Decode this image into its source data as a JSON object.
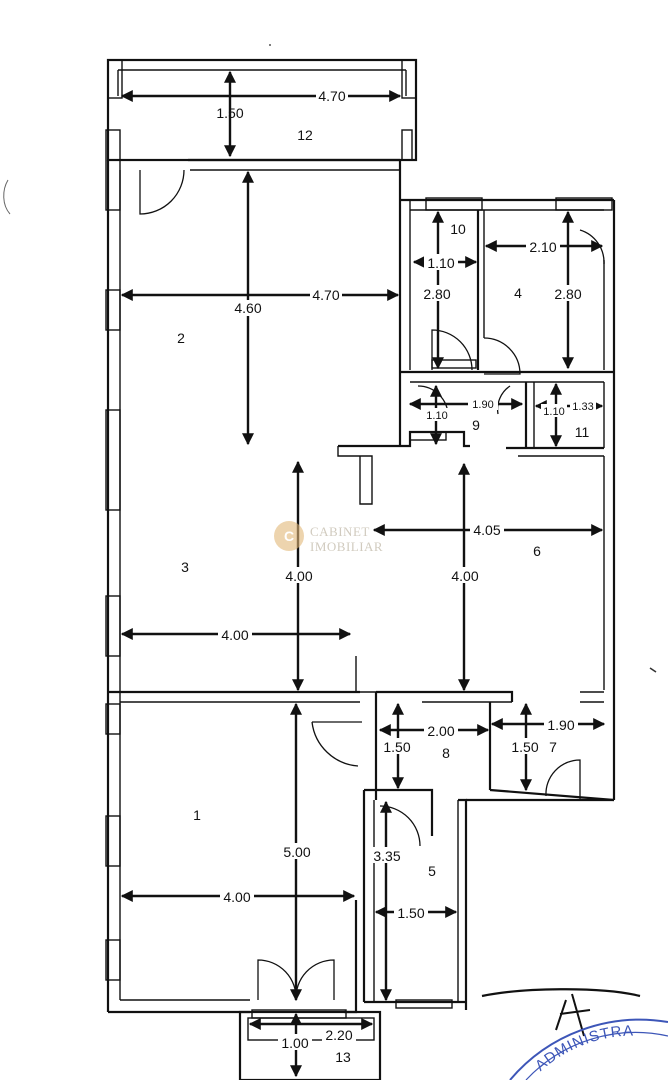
{
  "rooms": [
    {
      "id": "1",
      "label": "1"
    },
    {
      "id": "2",
      "label": "2"
    },
    {
      "id": "3",
      "label": "3"
    },
    {
      "id": "4",
      "label": "4"
    },
    {
      "id": "5",
      "label": "5"
    },
    {
      "id": "6",
      "label": "6"
    },
    {
      "id": "7",
      "label": "7"
    },
    {
      "id": "8",
      "label": "8"
    },
    {
      "id": "9",
      "label": "9"
    },
    {
      "id": "10",
      "label": "10"
    },
    {
      "id": "11",
      "label": "11"
    },
    {
      "id": "12",
      "label": "12"
    },
    {
      "id": "13",
      "label": "13"
    }
  ],
  "dimensions": {
    "d12_width": "4.70",
    "d12_depth": "1.50",
    "d2_width": "4.70",
    "d2_depth": "4.60",
    "d10_width": "1.10",
    "d10_depth": "2.80",
    "d4_width": "2.10",
    "d4_depth": "2.80",
    "d9_width": "1.90",
    "d9_depth": "1.10",
    "d11_width": "1.33",
    "d11_depth": "1.10",
    "d6_width": "4.05",
    "d6_depth": "4.00",
    "d3_width": "4.00",
    "d3_depth": "4.00",
    "d8_width": "2.00",
    "d8_depth": "1.50",
    "d7_width": "1.90",
    "d7_depth": "1.50",
    "d1_width": "4.00",
    "d1_depth": "5.00",
    "d5_width": "1.50",
    "d5_depth": "3.35",
    "d13_width": "2.20",
    "d13_depth": "1.00"
  },
  "watermark": {
    "line1": "CABINET",
    "line2": "IMOBILIAR",
    "color": "#e3b878"
  },
  "stamp": {
    "text": "ADMINISTRA",
    "color": "#3d56b8"
  }
}
